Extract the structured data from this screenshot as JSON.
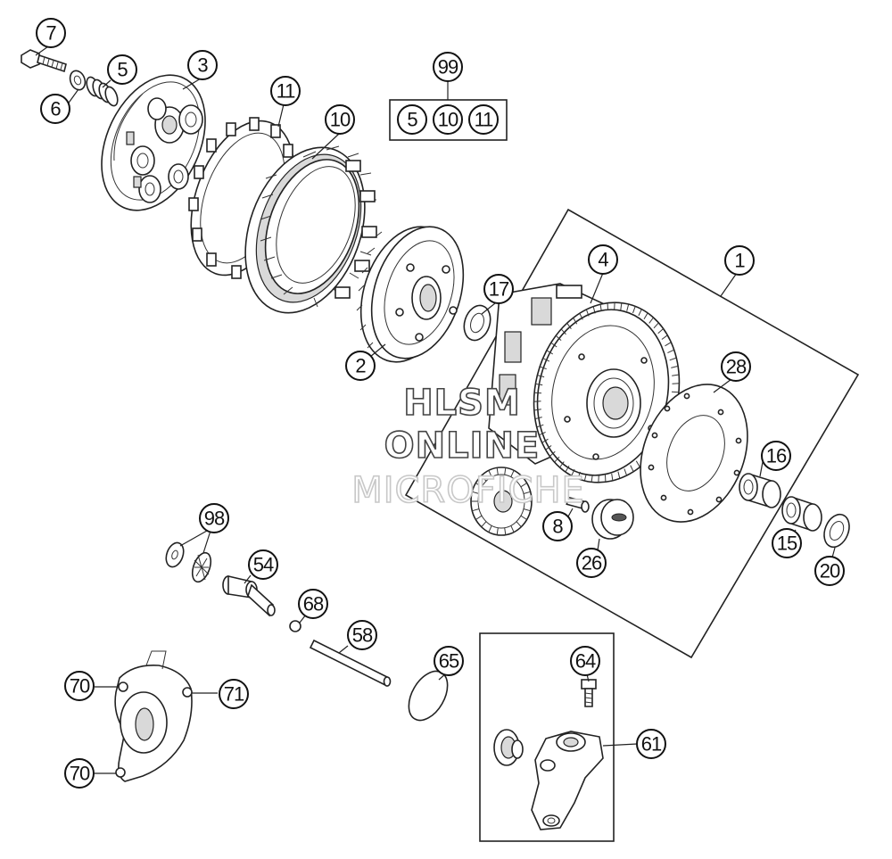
{
  "watermark": {
    "line1": "HLSM",
    "line2": "ONLINE",
    "line3": "MICROFICHE"
  },
  "callouts": [
    {
      "id": "c7",
      "label": "7"
    },
    {
      "id": "c5",
      "label": "5"
    },
    {
      "id": "c3",
      "label": "3"
    },
    {
      "id": "c6",
      "label": "6"
    },
    {
      "id": "c11",
      "label": "11"
    },
    {
      "id": "c10",
      "label": "10"
    },
    {
      "id": "c99",
      "label": "99"
    },
    {
      "id": "k5",
      "label": "5"
    },
    {
      "id": "k10",
      "label": "10"
    },
    {
      "id": "k11",
      "label": "11"
    },
    {
      "id": "c17",
      "label": "17"
    },
    {
      "id": "c2",
      "label": "2"
    },
    {
      "id": "c4",
      "label": "4"
    },
    {
      "id": "c1",
      "label": "1"
    },
    {
      "id": "c28",
      "label": "28"
    },
    {
      "id": "c16",
      "label": "16"
    },
    {
      "id": "c8",
      "label": "8"
    },
    {
      "id": "c26",
      "label": "26"
    },
    {
      "id": "c15",
      "label": "15"
    },
    {
      "id": "c20",
      "label": "20"
    },
    {
      "id": "c98",
      "label": "98"
    },
    {
      "id": "c54",
      "label": "54"
    },
    {
      "id": "c68",
      "label": "68"
    },
    {
      "id": "c58",
      "label": "58"
    },
    {
      "id": "c65",
      "label": "65"
    },
    {
      "id": "c64",
      "label": "64"
    },
    {
      "id": "c61",
      "label": "61"
    },
    {
      "id": "c70a",
      "label": "70"
    },
    {
      "id": "c71",
      "label": "71"
    },
    {
      "id": "c70b",
      "label": "70"
    }
  ]
}
